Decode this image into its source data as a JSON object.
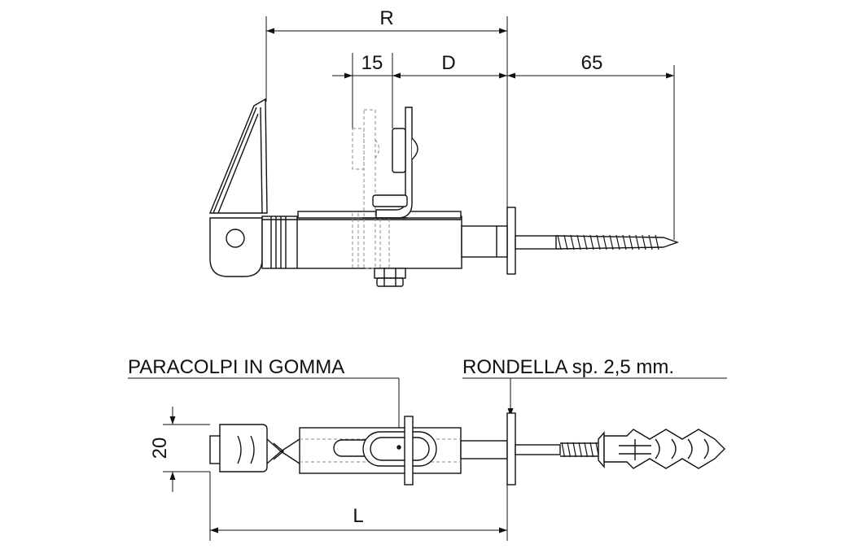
{
  "dimensions": {
    "R": "R",
    "d15": "15",
    "D": "D",
    "d65": "65",
    "d20": "20",
    "L": "L"
  },
  "labels": {
    "bumper": "PARACOLPI IN GOMMA",
    "washer": "RONDELLA sp. 2,5 mm."
  },
  "colors": {
    "line": "#111111",
    "hidden": "#888888",
    "fill": "#ffffff"
  }
}
